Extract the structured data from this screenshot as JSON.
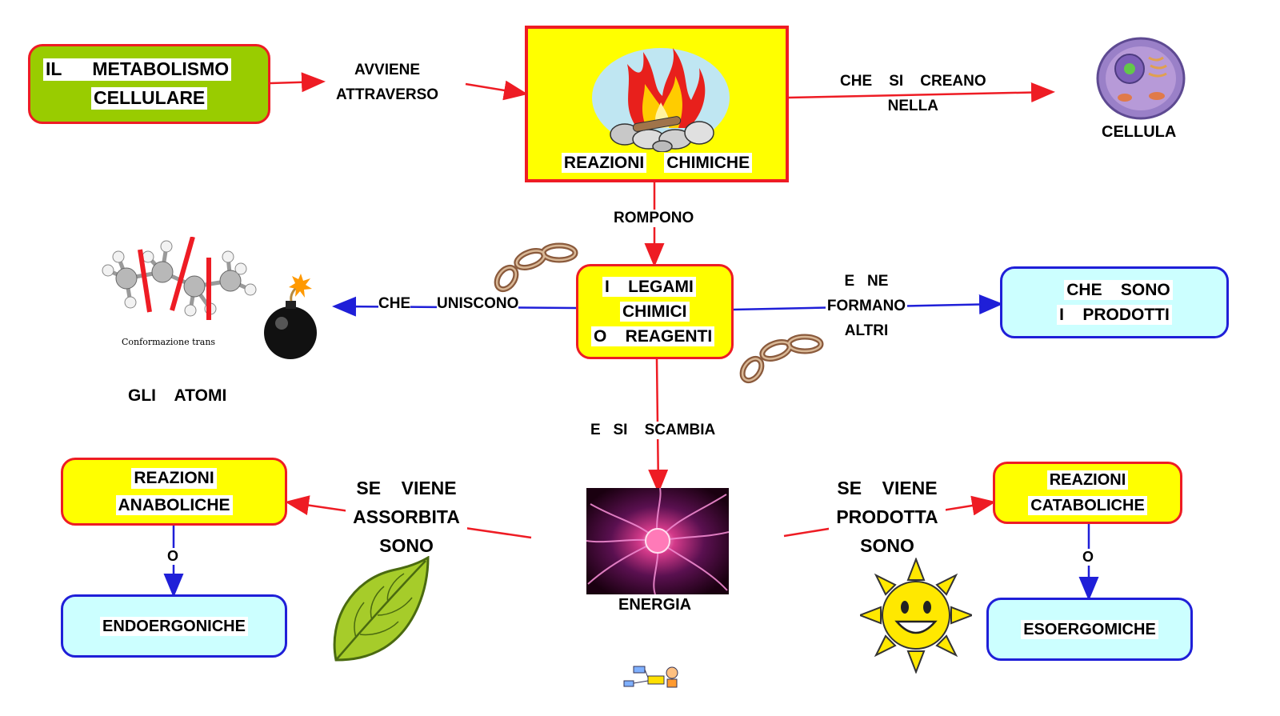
{
  "nodes": {
    "metabolismo": {
      "line1": "IL      METABOLISMO",
      "line2": "CELLULARE"
    },
    "reazioni_chimiche": {
      "left": "REAZIONI",
      "right": "CHIMICHE"
    },
    "cellula": "CELLULA",
    "legami": {
      "line1": "I    LEGAMI",
      "line2": "CHIMICI",
      "line3": "O    REAGENTI"
    },
    "atomi": "GLI    ATOMI",
    "atomi_caption": "Conformazione trans",
    "prodotti": {
      "line1": "CHE    SONO",
      "line2": "I    PRODOTTI"
    },
    "energia": "ENERGIA",
    "anaboliche": {
      "line1": "REAZIONI",
      "line2": "ANABOLICHE"
    },
    "cataboliche": {
      "line1": "REAZIONI",
      "line2": "CATABOLICHE"
    },
    "endoergoniche": "ENDOERGONICHE",
    "esoergomiche": "ESOERGOMICHE"
  },
  "links": {
    "avviene": {
      "line1": "AVVIENE",
      "line2": "ATTRAVERSO"
    },
    "creano": {
      "line1": "CHE    SI    CREANO",
      "line2": "NELLA"
    },
    "rompono": "ROMPONO",
    "che": "CHE",
    "uniscono": "UNISCONO",
    "formano": {
      "line1": "E   NE",
      "line2": "FORMANO",
      "line3": "ALTRI"
    },
    "scambia": "E   SI    SCAMBIA",
    "assorbita": {
      "line1": "SE    VIENE",
      "line2": "ASSORBITA",
      "line3": "SONO"
    },
    "prodotta": {
      "line1": "SE    VIENE",
      "line2": "PRODOTTA",
      "line3": "SONO"
    },
    "o_left": "O",
    "o_right": "O"
  },
  "colors": {
    "red": "#ee1c24",
    "blue": "#1f1fd8",
    "yellow": "#ffff00",
    "green": "#99cc00",
    "cyan": "#ccffff"
  }
}
